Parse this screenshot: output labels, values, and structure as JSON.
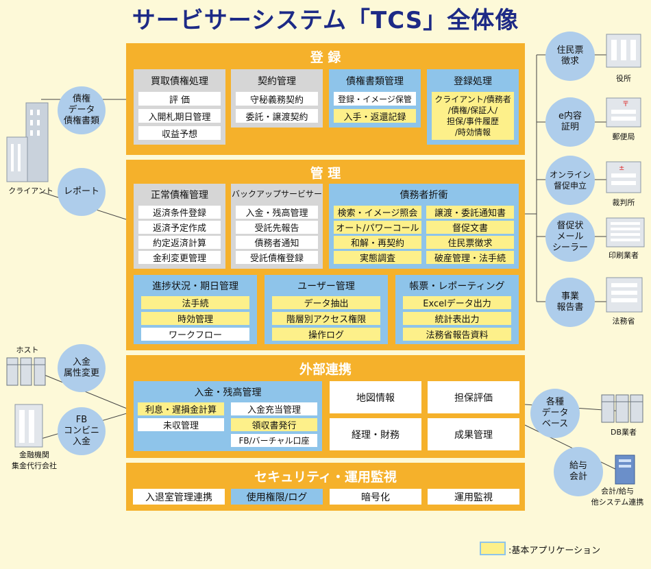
{
  "title": "サービサーシステム「TCS」全体像",
  "registration": {
    "title": "登 録",
    "kaitori": {
      "title": "買取債権処理",
      "items": [
        "評 価",
        "入開札期日管理",
        "収益予想"
      ]
    },
    "keiyaku": {
      "title": "契約管理",
      "items": [
        "守秘義務契約",
        "委託・譲渡契約"
      ]
    },
    "shorui": {
      "title": "債権書類管理",
      "items": [
        "登録・イメージ保管",
        "入手・返還記録"
      ]
    },
    "toroku": {
      "title": "登録処理",
      "text": "クライアント/債務者\n/債権/保証人/\n担保/事件履歴\n/時効情報"
    }
  },
  "management": {
    "title": "管 理",
    "seijo": {
      "title": "正常債権管理",
      "items": [
        "返済条件登録",
        "返済予定作成",
        "約定返済計算",
        "金利変更管理"
      ]
    },
    "backup": {
      "title": "バックアップサービサー",
      "items": [
        "入金・残高管理",
        "受託先報告",
        "債務者通知",
        "受託債権登録"
      ]
    },
    "sessho": {
      "title": "債務者折衝",
      "left": [
        "検索・イメージ照会",
        "オート/パワーコール",
        "和解・再契約",
        "実態調査"
      ],
      "right": [
        "譲渡・委託通知書",
        "督促文書",
        "住民票徴求",
        "破産管理・法手続"
      ]
    },
    "shinchoku": {
      "title": "進捗状況・期日管理",
      "items": [
        "法手続",
        "時効管理",
        "ワークフロー"
      ]
    },
    "user": {
      "title": "ユーザー管理",
      "items": [
        "データ抽出",
        "階層別アクセス権限",
        "操作ログ"
      ]
    },
    "chohyo": {
      "title": "帳票・レポーティング",
      "items": [
        "Excelデータ出力",
        "統計表出力",
        "法務省報告資料"
      ]
    }
  },
  "external": {
    "title": "外部連携",
    "nyukin": {
      "title": "入金・残高管理",
      "items": [
        "利息・遅損金計算",
        "入金充当管理",
        "未収管理",
        "領収書発行",
        "FB/バーチャル口座"
      ]
    },
    "boxes": [
      "地図情報",
      "担保評価",
      "経理・財務",
      "成果管理"
    ]
  },
  "security": {
    "title": "セキュリティ・運用監視",
    "items": [
      "入退室管理連携",
      "使用権限/ログ",
      "暗号化",
      "運用監視"
    ]
  },
  "left_circles": [
    "債権\nデータ\n債権書類",
    "レポート",
    "入金\n属性変更",
    "FB\nコンビニ\n入金"
  ],
  "right_circles": [
    "住民票\n徴求",
    "e内容\n証明",
    "オンライン\n督促申立",
    "督促状\nメール\nシーラー",
    "事業\n報告書",
    "各種\nデータ\nベース",
    "給与\n会計"
  ],
  "entity_labels": {
    "client": "クライアント",
    "host": "ホスト",
    "bank": "金融機関\n集金代行会社",
    "city": "役所",
    "post": "郵便局",
    "court": "裁判所",
    "printer": "印刷業者",
    "moj": "法務省",
    "db": "DB業者",
    "payroll": "会計/給与\n他システム連携"
  },
  "legend": ":基本アプリケーション",
  "colors": {
    "band": "#f5b12b",
    "panel": "#8ec4ea",
    "gray_panel": "#d6d6d6",
    "highlight": "#fdf08a",
    "circle": "#aecdeb",
    "title": "#1d2a86",
    "background": "#fdf9d8"
  }
}
